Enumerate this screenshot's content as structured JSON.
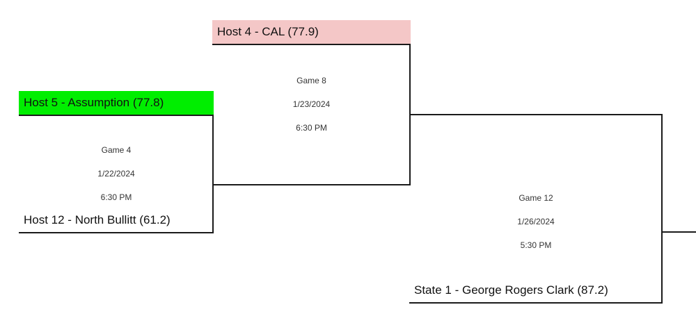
{
  "teams": {
    "host5": {
      "label": "Host 5 - Assumption (77.8)",
      "highlight": "#00ee00"
    },
    "host12": {
      "label": "Host 12 - North Bullitt (61.2)"
    },
    "host4": {
      "label": "Host 4 - CAL (77.9)",
      "highlight": "#f4c7c7"
    },
    "state1": {
      "label": "State 1 - George Rogers Clark (87.2)"
    }
  },
  "games": {
    "game4": {
      "name": "Game 4",
      "date": "1/22/2024",
      "time": "6:30 PM"
    },
    "game8": {
      "name": "Game 8",
      "date": "1/23/2024",
      "time": "6:30 PM"
    },
    "game12": {
      "name": "Game 12",
      "date": "1/26/2024",
      "time": "5:30 PM"
    }
  }
}
